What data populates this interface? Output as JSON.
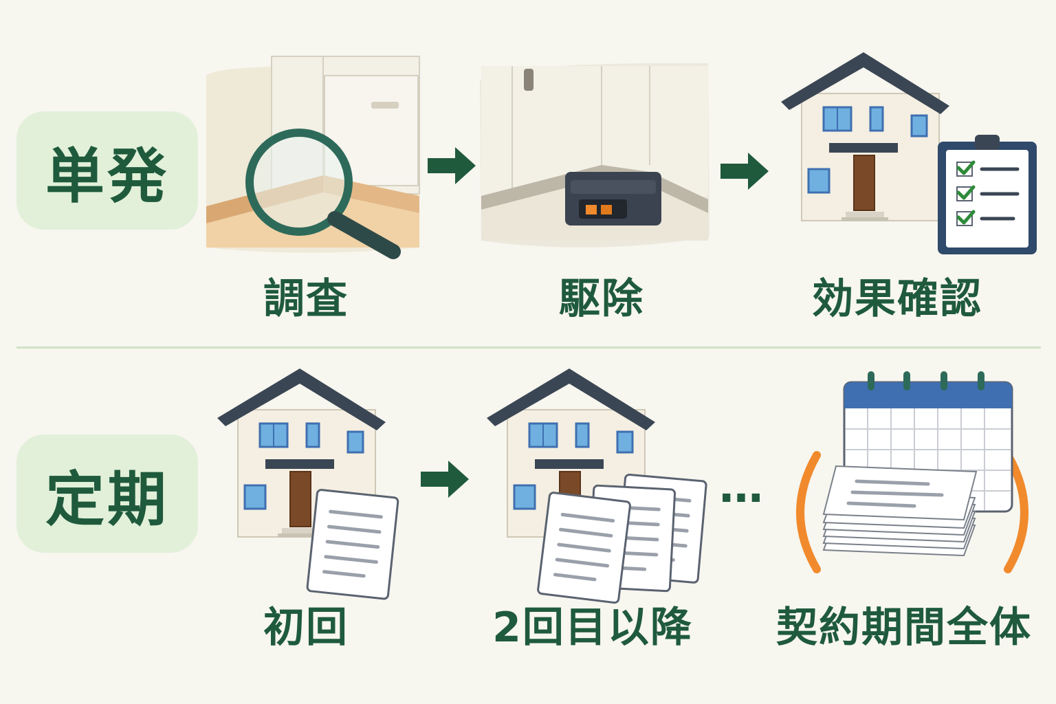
{
  "rows": [
    {
      "label": "単発",
      "steps": [
        {
          "caption": "調査",
          "icon": "magnifier-corner-icon"
        },
        {
          "caption": "駆除",
          "icon": "bait-trap-icon"
        },
        {
          "caption": "効果確認",
          "icon": "house-checklist-icon"
        }
      ]
    },
    {
      "label": "定期",
      "steps": [
        {
          "caption": "初回",
          "icon": "house-single-report-icon"
        },
        {
          "caption": "2回目以降",
          "icon": "house-multiple-reports-icon"
        },
        {
          "caption": "契約期間全体",
          "icon": "calendar-report-stack-icon"
        }
      ],
      "ellipsis": "…"
    }
  ],
  "colors": {
    "label_background": "#e2f0d9",
    "text": "#1f5a3c",
    "arrow": "#1f5a3c",
    "roof": "#3b4654",
    "bracket": "#f08a2c",
    "calendar_header": "#3f6fb0",
    "check": "#2e8b3a"
  }
}
